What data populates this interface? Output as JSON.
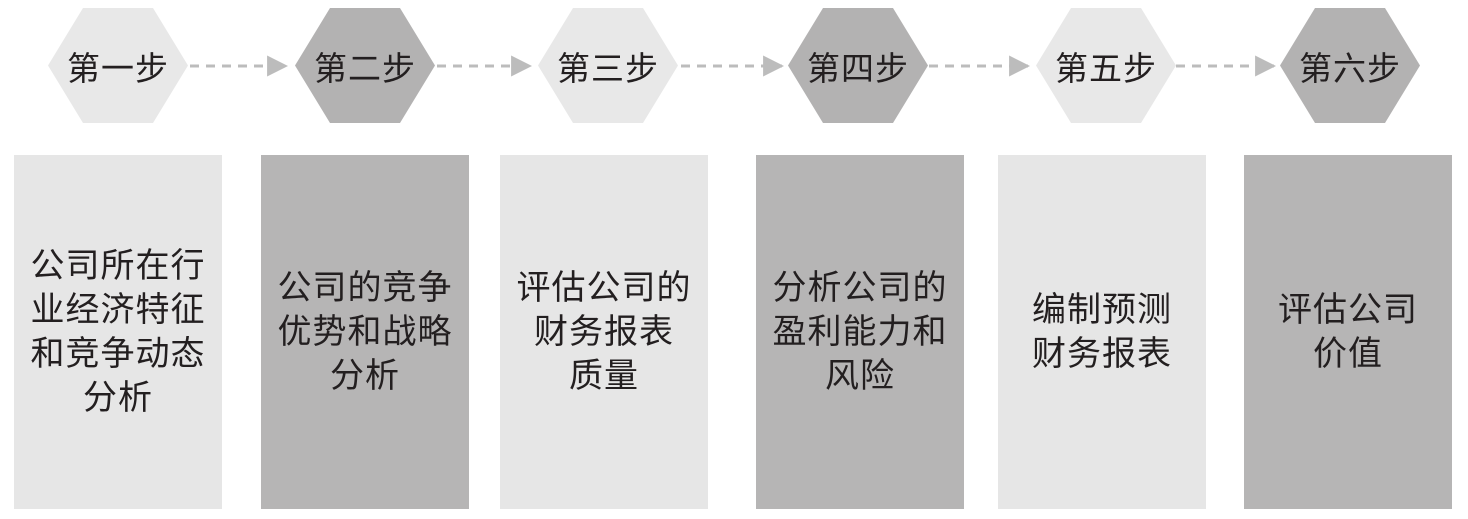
{
  "steps": [
    {
      "label": "第一步",
      "description": "公司所在行\n业经济特征\n和竞争动态\n分析",
      "shade": "light"
    },
    {
      "label": "第二步",
      "description": "公司的竞争\n优势和战略\n分析",
      "shade": "dark"
    },
    {
      "label": "第三步",
      "description": "评估公司的\n财务报表\n质量",
      "shade": "light"
    },
    {
      "label": "第四步",
      "description": "分析公司的\n盈利能力和\n风险",
      "shade": "dark"
    },
    {
      "label": "第五步",
      "description": "编制预测\n财务报表",
      "shade": "light"
    },
    {
      "label": "第六步",
      "description": "评估公司\n价值",
      "shade": "dark"
    }
  ],
  "colors": {
    "light_fill": "#e6e6e6",
    "dark_fill": "#b6b5b5",
    "arrow": "#bcbcbc",
    "text": "#231f20"
  }
}
